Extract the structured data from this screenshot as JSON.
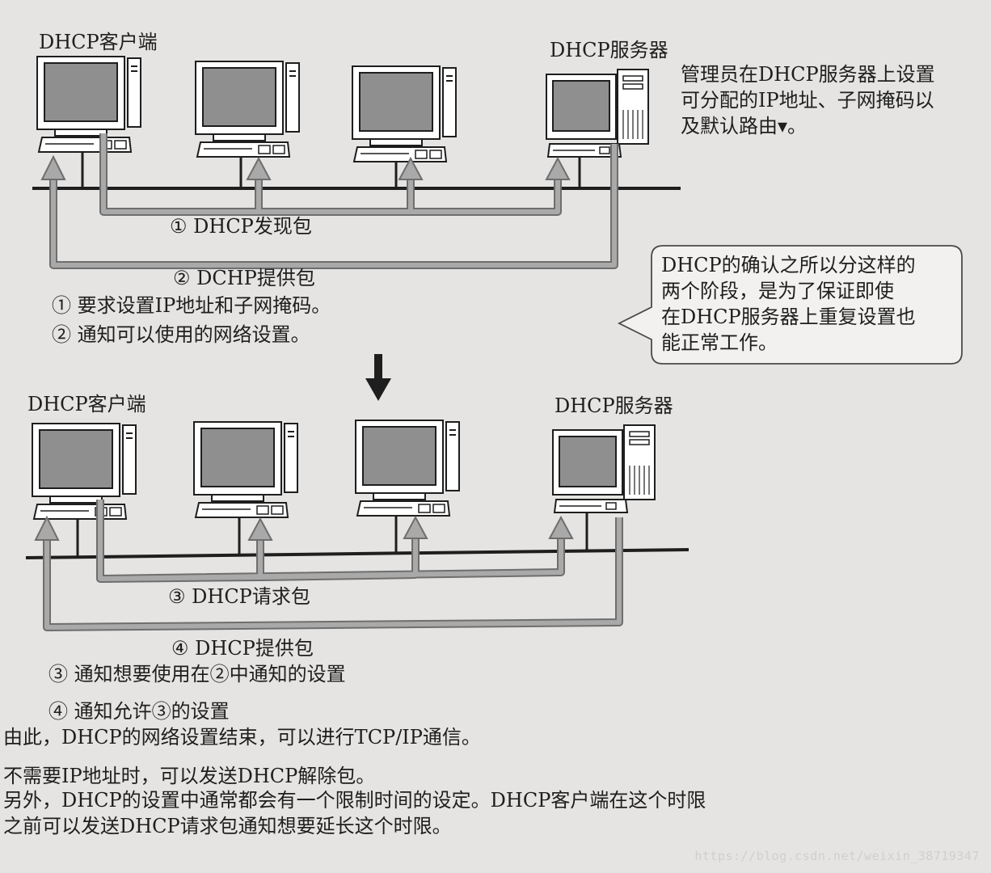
{
  "top_diagram": {
    "client_label": "DHCP客户端",
    "server_label": "DHCP服务器",
    "admin_note": [
      "管理员在DHCP服务器上设置",
      "可分配的IP地址、子网掩码以",
      "及默认路由▾。"
    ],
    "packet1_label": "① DHCP发现包",
    "packet2_label": "② DCHP提供包",
    "step1": "① 要求设置IP地址和子网掩码。",
    "step2": "② 通知可以使用的网络设置。"
  },
  "callout": {
    "lines": [
      "DHCP的确认之所以分这样的",
      "两个阶段，是为了保证即使",
      "在DHCP服务器上重复设置也",
      "能正常工作。"
    ]
  },
  "bottom_diagram": {
    "client_label": "DHCP客户端",
    "server_label": "DHCP服务器",
    "packet3_label": "③ DHCP请求包",
    "packet4_label": "④ DHCP提供包",
    "step3": "③ 通知想要使用在②中通知的设置",
    "step4": "④ 通知允许③的设置"
  },
  "footer": {
    "line1": "由此，DHCP的网络设置结束，可以进行TCP/IP通信。",
    "line2": "不需要IP地址时，可以发送DHCP解除包。",
    "line3": "另外，DHCP的设置中通常都会有一个限制时间的设定。DHCP客户端在这个时限",
    "line4": "之前可以发送DHCP请求包通知想要延长这个时限。"
  },
  "watermark": "https://blog.csdn.net/weixin_38719347",
  "colors": {
    "page": "#e6e4e2",
    "ink": "#1e1e1e",
    "arrow_fill": "#a9a9a9",
    "arrow_stroke": "#6e6e6e",
    "screen": "#8f8f8f"
  }
}
